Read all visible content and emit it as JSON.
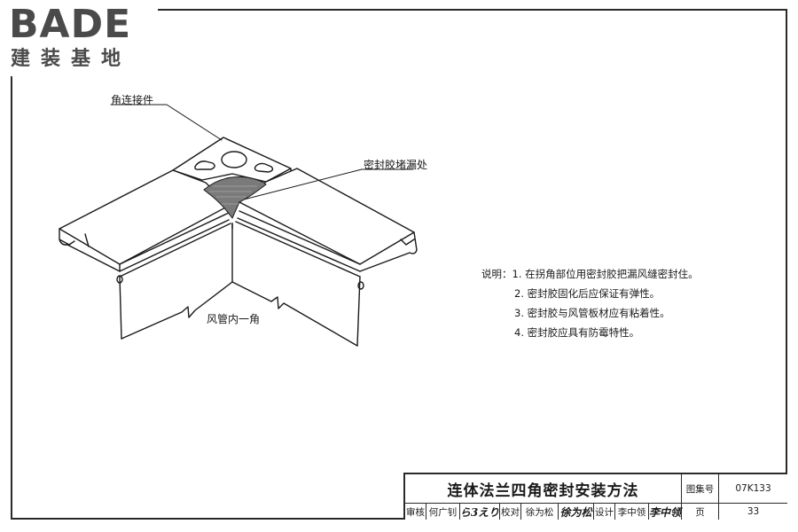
{
  "logo": {
    "brand": "BADE",
    "subtitle": "建装基地"
  },
  "labels": {
    "corner_connector": "角连接件",
    "sealant_leak_point": "密封胶堵漏处",
    "duct_inner_corner": "风管内一角"
  },
  "notes": {
    "heading": "说明：",
    "items": [
      "1. 在拐角部位用密封胶把漏风缝密封住。",
      "2. 密封胶固化后应保证有弹性。",
      "3. 密封胶与风管板材应有粘着性。",
      "4. 密封胶应具有防霉特性。"
    ]
  },
  "title_block": {
    "title": "连体法兰四角密封安装方法",
    "atlas_label": "图集号",
    "atlas_number": "07K133",
    "review_label": "审核",
    "reviewer": "何广钊",
    "reviewer_sig": "ら3えり",
    "check_label": "校对",
    "checker": "徐为松",
    "checker_sig": "徐为松",
    "design_label": "设计",
    "designer": "李中领",
    "designer_sig": "李中领",
    "page_label": "页",
    "page_number": "33"
  },
  "colors": {
    "line": "#1a1a1a",
    "sealant_fill": "#6a6a6a",
    "logo": "#4a4a4a"
  }
}
